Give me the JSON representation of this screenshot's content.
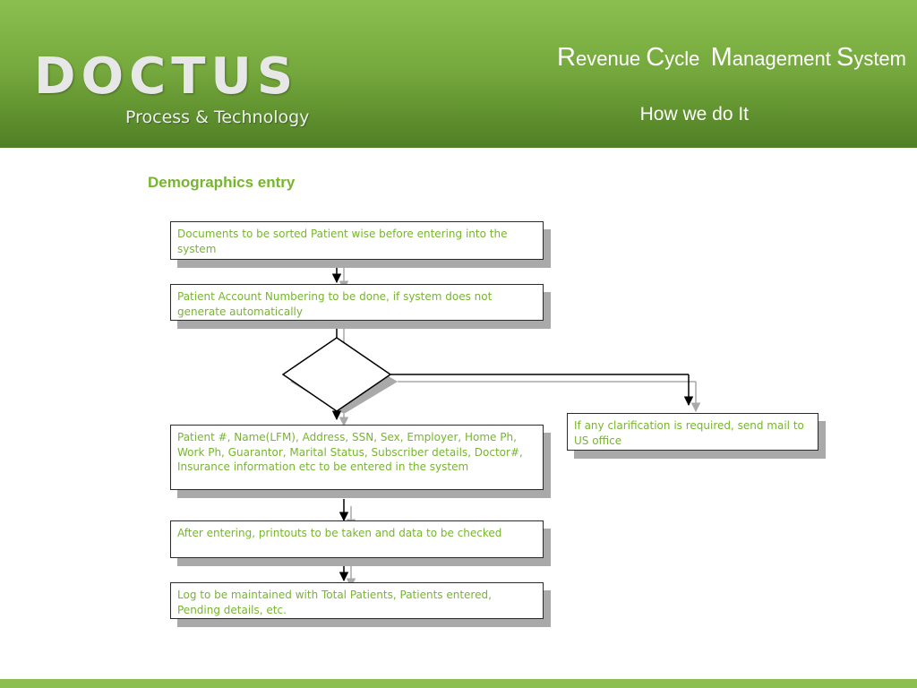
{
  "header": {
    "logo": "DOCTUS",
    "logo_tagline": "Process & Technology",
    "title_parts": [
      {
        "cap": "R",
        "rest": "evenue "
      },
      {
        "cap": "C",
        "rest": "ycle  "
      },
      {
        "cap": "M",
        "rest": "anagement "
      },
      {
        "cap": "S",
        "rest": "ystem"
      }
    ],
    "subtitle": "How we do It"
  },
  "section_title": "Demographics entry",
  "flow": {
    "step1": "Documents to be sorted Patient wise before entering into the system",
    "step2": "Patient Account Numbering to be done, if system does not generate automatically",
    "step3": "Patient #, Name(LFM), Address, SSN, Sex, Employer, Home Ph, Work Ph, Guarantor, Marital Status, Subscriber details, Doctor#, Insurance information etc to be entered in the system",
    "side": "If any clarification is required, send mail to US office",
    "step4": "After entering, printouts to be taken and data to be checked",
    "step5": "Log to be maintained with Total Patients, Patients entered, Pending details, etc."
  },
  "colors": {
    "header_green": "#77aa3e",
    "box_text_green": "#77b52f",
    "footer_green": "#8bbf4f"
  }
}
